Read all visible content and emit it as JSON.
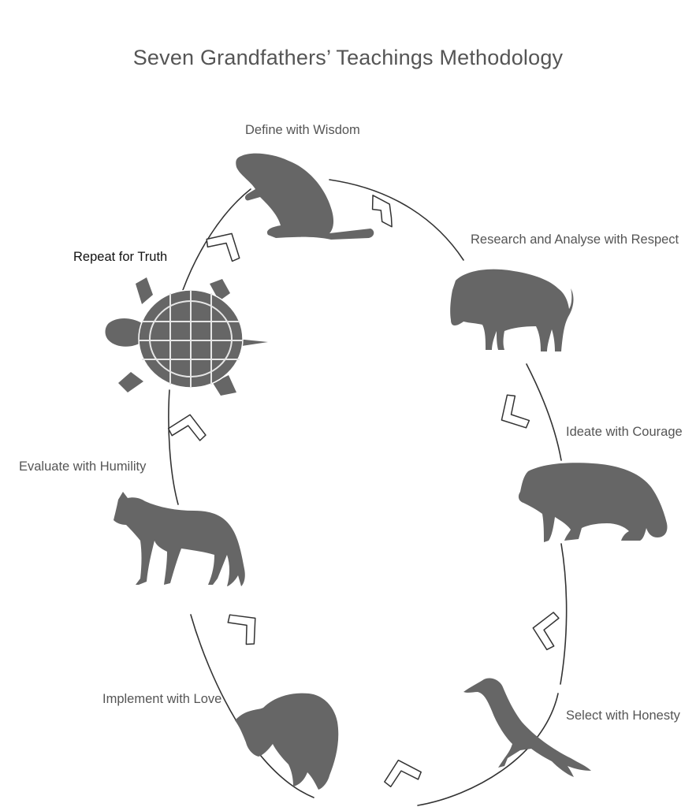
{
  "title": "Seven Grandfathers’ Teachings Methodology",
  "colors": {
    "silhouette": "#666666",
    "cycle_line": "#333333",
    "text": "#555555",
    "text_highlight": "#111111",
    "background": "#ffffff"
  },
  "steps": [
    {
      "label": "Define with Wisdom",
      "animal_icon": "beaver-icon"
    },
    {
      "label": "Research and Analyse with Respect",
      "animal_icon": "bison-icon"
    },
    {
      "label": "Ideate with Courage",
      "animal_icon": "bear-icon"
    },
    {
      "label": "Select with Honesty",
      "animal_icon": "raven-icon"
    },
    {
      "label": "Implement with Love",
      "animal_icon": "eagle-icon"
    },
    {
      "label": "Evaluate with Humility",
      "animal_icon": "wolf-icon"
    },
    {
      "label": "Repeat for Truth",
      "animal_icon": "turtle-icon"
    }
  ]
}
